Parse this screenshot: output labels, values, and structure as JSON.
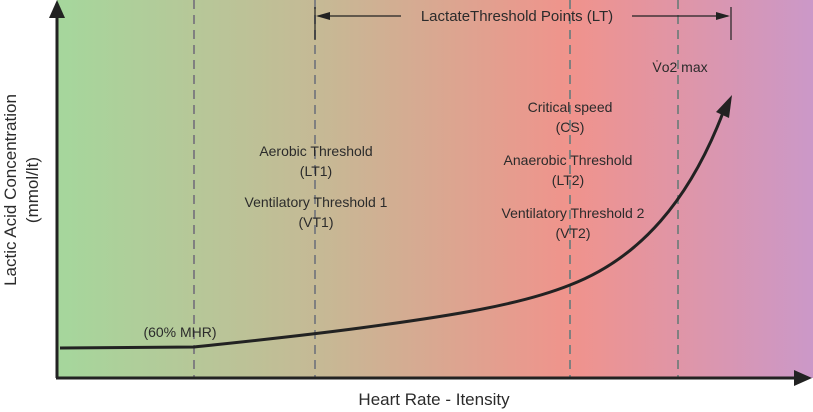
{
  "colors": {
    "zone_start": "#a5d79c",
    "zone_mid": "#c9b894",
    "zone_peak": "#f0938c",
    "zone_end": "#cb98c8",
    "axis": "#222222",
    "dashed": "#808080"
  },
  "axes": {
    "x_label": "Heart Rate - Itensity",
    "y_label_line1": "Lactic Acid Concentration",
    "y_label_line2": "(mmol/lt)"
  },
  "range": {
    "label": "LactateThreshold Points (LT)"
  },
  "annotations": {
    "mhr": "(60% MHR)",
    "lt1_title": "Aerobic Threshold",
    "lt1_code": "(LT1)",
    "vt1_title": "Ventilatory Threshold 1",
    "vt1_code": "(VT1)",
    "cs_title": "Critical speed",
    "cs_code": "(CS)",
    "lt2_title": "Anaerobic Threshold",
    "lt2_code": "(LT2)",
    "vt2_title": "Ventilatory Threshold 2",
    "vt2_code": "(VT2)",
    "vo2max": "V̇o2 max"
  }
}
